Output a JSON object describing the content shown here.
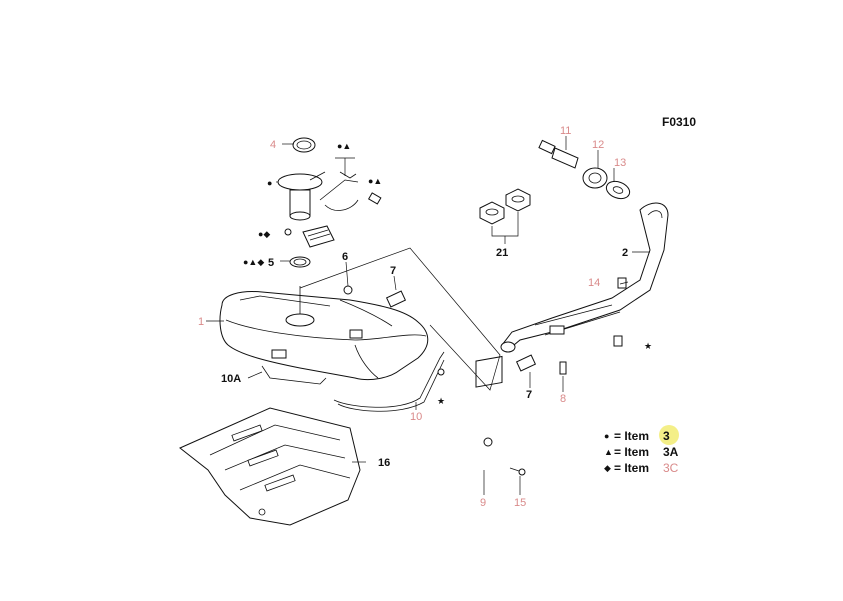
{
  "figure_code": "F0310",
  "callouts": [
    {
      "id": "c4",
      "text": "4",
      "color": "pink"
    },
    {
      "id": "c11",
      "text": "11",
      "color": "pink"
    },
    {
      "id": "c12",
      "text": "12",
      "color": "pink"
    },
    {
      "id": "c13",
      "text": "13",
      "color": "pink"
    },
    {
      "id": "c14",
      "text": "14",
      "color": "pink"
    },
    {
      "id": "c1",
      "text": "1",
      "color": "pink"
    },
    {
      "id": "c10",
      "text": "10",
      "color": "pink"
    },
    {
      "id": "c8",
      "text": "8",
      "color": "pink"
    },
    {
      "id": "c9",
      "text": "9",
      "color": "pink"
    },
    {
      "id": "c15",
      "text": "15",
      "color": "pink"
    },
    {
      "id": "c5",
      "text": "5",
      "color": "black"
    },
    {
      "id": "c6",
      "text": "6",
      "color": "black"
    },
    {
      "id": "c7a",
      "text": "7",
      "color": "black"
    },
    {
      "id": "c7b",
      "text": "7",
      "color": "black"
    },
    {
      "id": "c2",
      "text": "2",
      "color": "black"
    },
    {
      "id": "c21",
      "text": "21",
      "color": "black"
    },
    {
      "id": "c10A",
      "text": "10A",
      "color": "black"
    },
    {
      "id": "c16",
      "text": "16",
      "color": "black"
    }
  ],
  "legend": [
    {
      "symbol": "●",
      "text": "= Item",
      "ref": "3"
    },
    {
      "symbol": "▲",
      "text": "= Item",
      "ref": "3A"
    },
    {
      "symbol": "◆",
      "text": "= Item",
      "ref": "3C"
    }
  ],
  "colors": {
    "callout_pink": "#d98a8a",
    "callout_black": "#111111",
    "highlight": "#f4ef88"
  }
}
